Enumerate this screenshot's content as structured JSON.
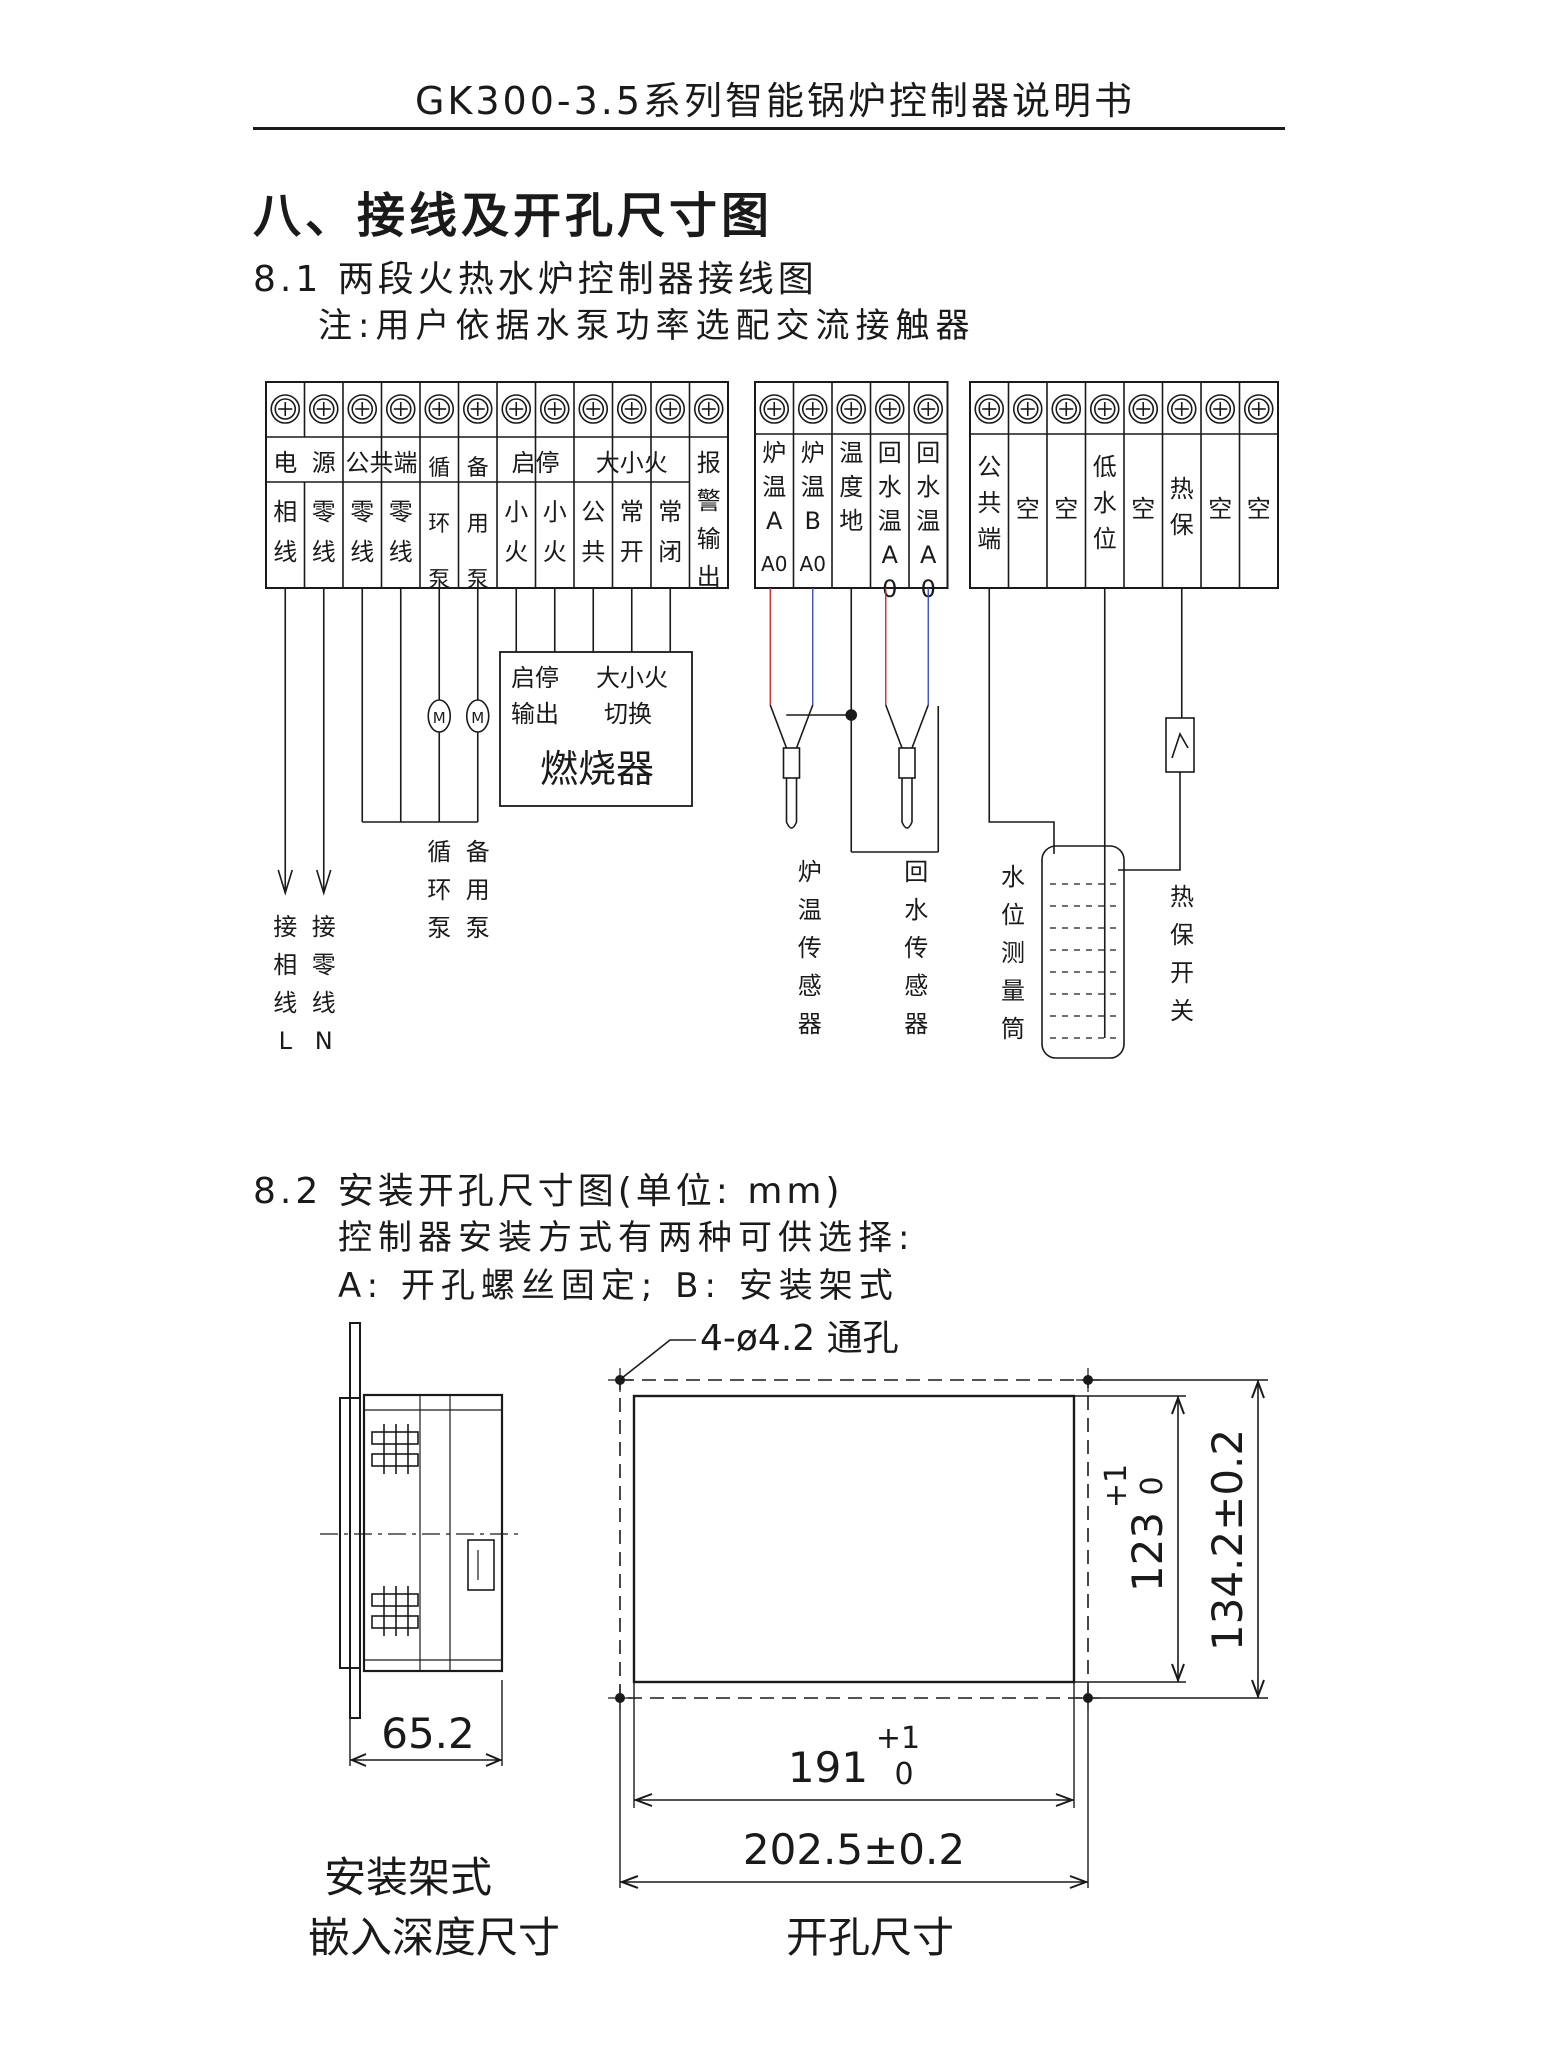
{
  "header": {
    "title": "GK300-3.5系列智能锅炉控制器说明书"
  },
  "section_title": "八、接线及开孔尺寸图",
  "wiring": {
    "heading": "8.1 两段火热水炉控制器接线图",
    "note": "注:用户依据水泵功率选配交流接触器",
    "block1": {
      "groups": [
        "电",
        "源",
        "公共端",
        "循环泵",
        "备用泵",
        "启停",
        "大小火",
        "报警输出"
      ],
      "terminals": [
        "相线",
        "零线",
        "零线",
        "零线",
        "循环泵",
        "备用泵",
        "小火",
        "小火",
        "公共",
        "常开",
        "常闭",
        "报警输出"
      ]
    },
    "block2": {
      "terminals": [
        "炉温A0",
        "炉温B0",
        "温度地",
        "回水温A0",
        "回水温A0"
      ]
    },
    "block3": {
      "terminals": [
        "公共端",
        "空",
        "空",
        "低水位",
        "空",
        "热保",
        "空",
        "空"
      ]
    },
    "burner": {
      "label1": "启停",
      "label2": "输出",
      "label3": "大小火",
      "label4": "切换",
      "name": "燃烧器"
    },
    "motor_symbol": "M",
    "captions": {
      "phase": "接相线L",
      "neutral": "接零线N",
      "circ_pump": "循环泵",
      "spare_pump": "备用泵",
      "furnace_sensor": "炉温传感器",
      "return_sensor": "回水传感器",
      "level_tube": "水位测量筒",
      "thermal_switch": "热保开关"
    }
  },
  "mounting": {
    "heading": "8.2 安装开孔尺寸图(单位: mm)",
    "line1": "控制器安装方式有两种可供选择:",
    "line2": "A: 开孔螺丝固定; B: 安装架式",
    "hole_note": "4-ø4.2 通孔",
    "depth": "65.2",
    "cut_w_base": "191",
    "cut_w_tol_up": "+1",
    "cut_w_tol_low": "0",
    "outer_w": "202.5±0.2",
    "cut_h_base": "123",
    "cut_h_tol_up": "+1",
    "cut_h_tol_low": "0",
    "outer_h": "134.2±0.2",
    "side_caption1": "安装架式",
    "side_caption2": "嵌入深度尺寸",
    "front_caption": "开孔尺寸"
  }
}
